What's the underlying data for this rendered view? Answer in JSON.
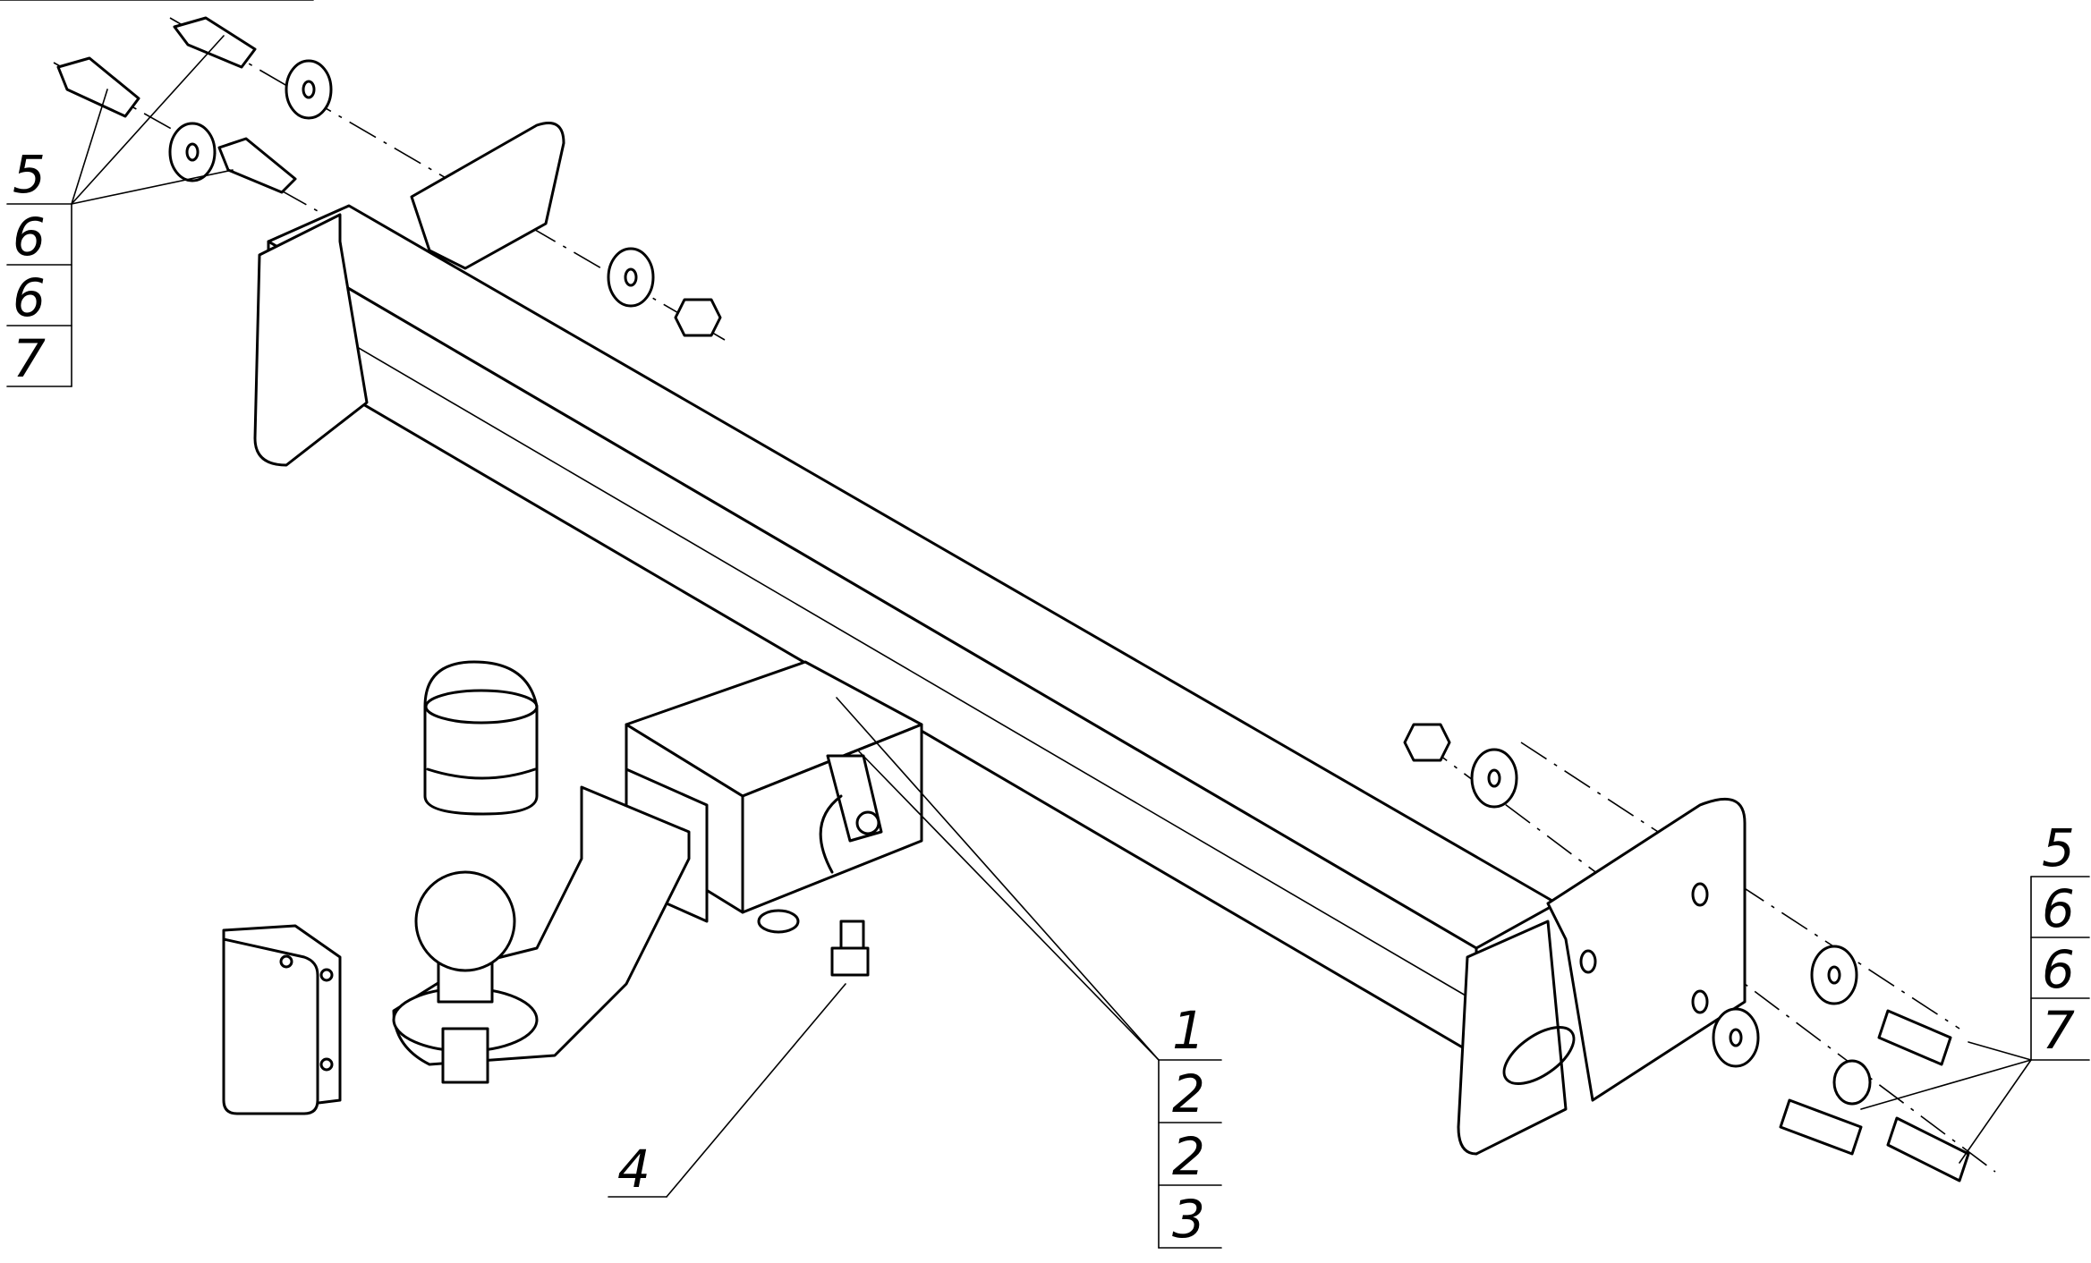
{
  "callouts": {
    "top_left": [
      "5",
      "6",
      "6",
      "7"
    ],
    "right": [
      "5",
      "6",
      "6",
      "7"
    ],
    "center": [
      "1",
      "2",
      "2",
      "3"
    ],
    "bolt_label": "4"
  }
}
